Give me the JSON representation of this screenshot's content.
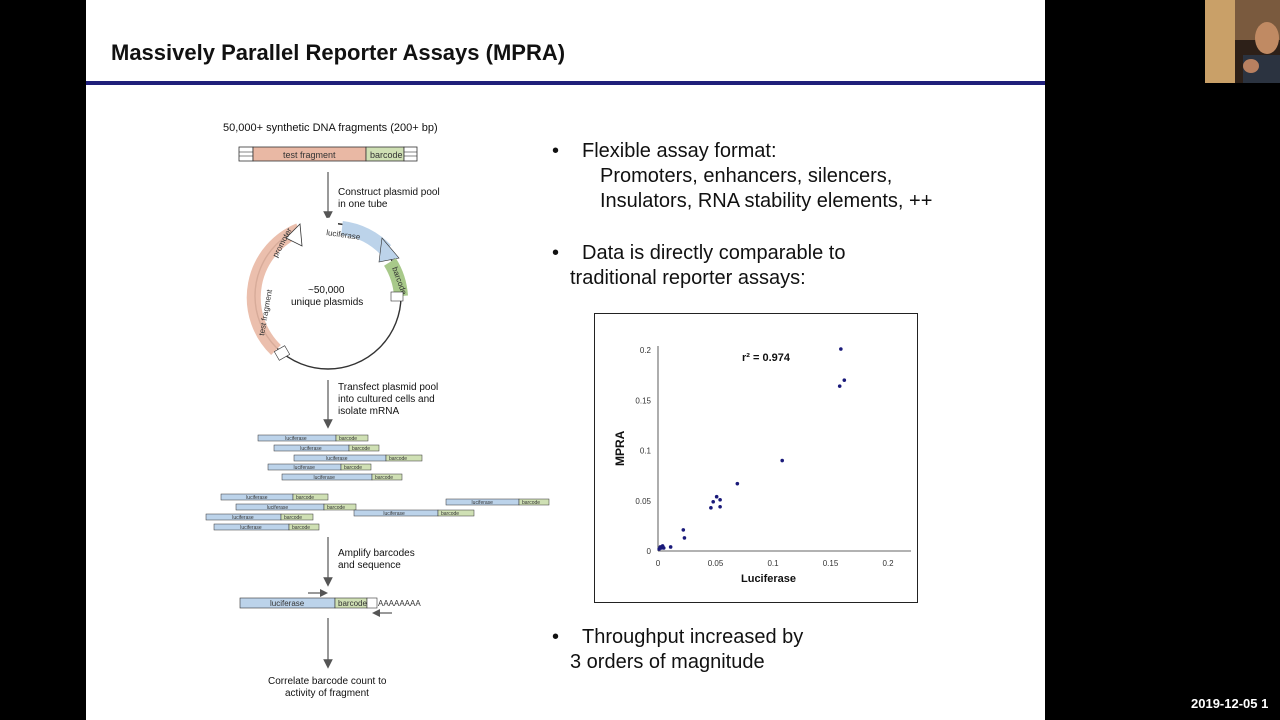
{
  "slide": {
    "title": "Massively Parallel Reporter Assays (MPRA)",
    "diagram": {
      "header": "50,000+ synthetic DNA fragments (200+ bp)",
      "fragment_label": "test fragment",
      "barcode_label": "barcode",
      "step1": [
        "Construct plasmid pool",
        "in one tube"
      ],
      "plasmid_center": [
        "~50,000",
        "unique plasmids"
      ],
      "plasmid_parts": {
        "promoter": "promoter",
        "luciferase": "luciferase",
        "barcode": "barcode",
        "test_fragment": "test fragment"
      },
      "step2": [
        "Transfect plasmid pool",
        "into cultured cells and",
        "isolate mRNA"
      ],
      "step3": [
        "Amplify barcodes",
        "and sequence"
      ],
      "polya": "AAAAAAAA",
      "step4": [
        "Correlate barcode count to",
        "activity of fragment"
      ]
    },
    "bullets": [
      {
        "marker": "•",
        "lines": [
          "Flexible assay format:"
        ],
        "sub": [
          "Promoters, enhancers, silencers,",
          "Insulators, RNA stability elements, ++"
        ]
      },
      {
        "marker": "•",
        "lines": [
          "Data is directly comparable to",
          "traditional reporter assays:"
        ]
      },
      {
        "marker": "•",
        "lines": [
          "Throughput increased by",
          "3 orders of magnitude"
        ]
      }
    ]
  },
  "chart_data": {
    "type": "scatter",
    "title": "",
    "xlabel": "Luciferase",
    "ylabel": "MPRA",
    "annotation": "r² = 0.974",
    "xlim": [
      0,
      0.22
    ],
    "ylim": [
      0,
      0.2
    ],
    "xticks": [
      "0",
      "0.05",
      "0.1",
      "0.15",
      "0.2"
    ],
    "yticks": [
      "0",
      "0.05",
      "0.1",
      "0.15",
      "0.2"
    ],
    "point_color": "#1a1a7a",
    "points": [
      {
        "x": 0.001,
        "y": 0.002
      },
      {
        "x": 0.002,
        "y": 0.004
      },
      {
        "x": 0.003,
        "y": 0.003
      },
      {
        "x": 0.004,
        "y": 0.005
      },
      {
        "x": 0.005,
        "y": 0.003
      },
      {
        "x": 0.011,
        "y": 0.004
      },
      {
        "x": 0.022,
        "y": 0.021
      },
      {
        "x": 0.023,
        "y": 0.013
      },
      {
        "x": 0.046,
        "y": 0.043
      },
      {
        "x": 0.048,
        "y": 0.049
      },
      {
        "x": 0.051,
        "y": 0.054
      },
      {
        "x": 0.054,
        "y": 0.051
      },
      {
        "x": 0.054,
        "y": 0.044
      },
      {
        "x": 0.069,
        "y": 0.067
      },
      {
        "x": 0.108,
        "y": 0.09
      },
      {
        "x": 0.158,
        "y": 0.164
      },
      {
        "x": 0.159,
        "y": 0.201
      },
      {
        "x": 0.162,
        "y": 0.17
      }
    ]
  },
  "overlay": {
    "timestamp": "2019-12-05  1"
  }
}
